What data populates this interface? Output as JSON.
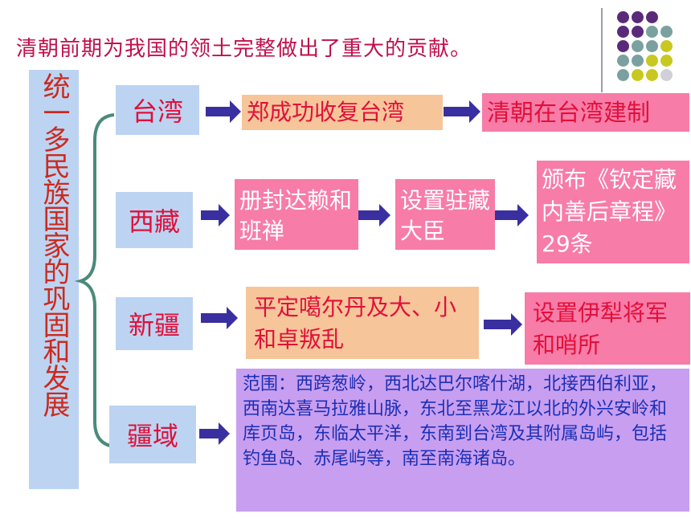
{
  "title": "清朝前期为我国的领土完整做出了重大的贡献。",
  "vertical_label": "统一多民族国家的巩固和发展",
  "regions": {
    "taiwan": "台湾",
    "xizang": "西藏",
    "xinjiang": "新疆",
    "jiangyu": "疆域"
  },
  "taiwan_steps": [
    "郑成功收复台湾",
    "清朝在台湾建制"
  ],
  "xizang_steps": [
    "册封达赖和班禅",
    "设置驻藏大臣",
    "颁布《钦定藏内善后章程》29条"
  ],
  "xinjiang_steps": [
    "平定噶尔丹及大、小和卓叛乱",
    "设置伊犁将军和哨所"
  ],
  "territory_text": "范围：西跨葱岭，西北达巴尔喀什湖，北接西伯利亚，西南达喜马拉雅山脉，东北至黑龙江以北的外兴安岭和库页岛，东临太平洋，东南到台湾及其附属岛屿，包括钓鱼岛、赤尾屿等，南至南海诸岛。",
  "colors": {
    "title": "#c0104a",
    "region_bg": "#bcd4f2",
    "pink_box": "#f77ca8",
    "peach_box": "#f7c59a",
    "purple_box": "#c89ef0",
    "arrow": "#3a2fa0",
    "brace": "#4a8a7a"
  }
}
